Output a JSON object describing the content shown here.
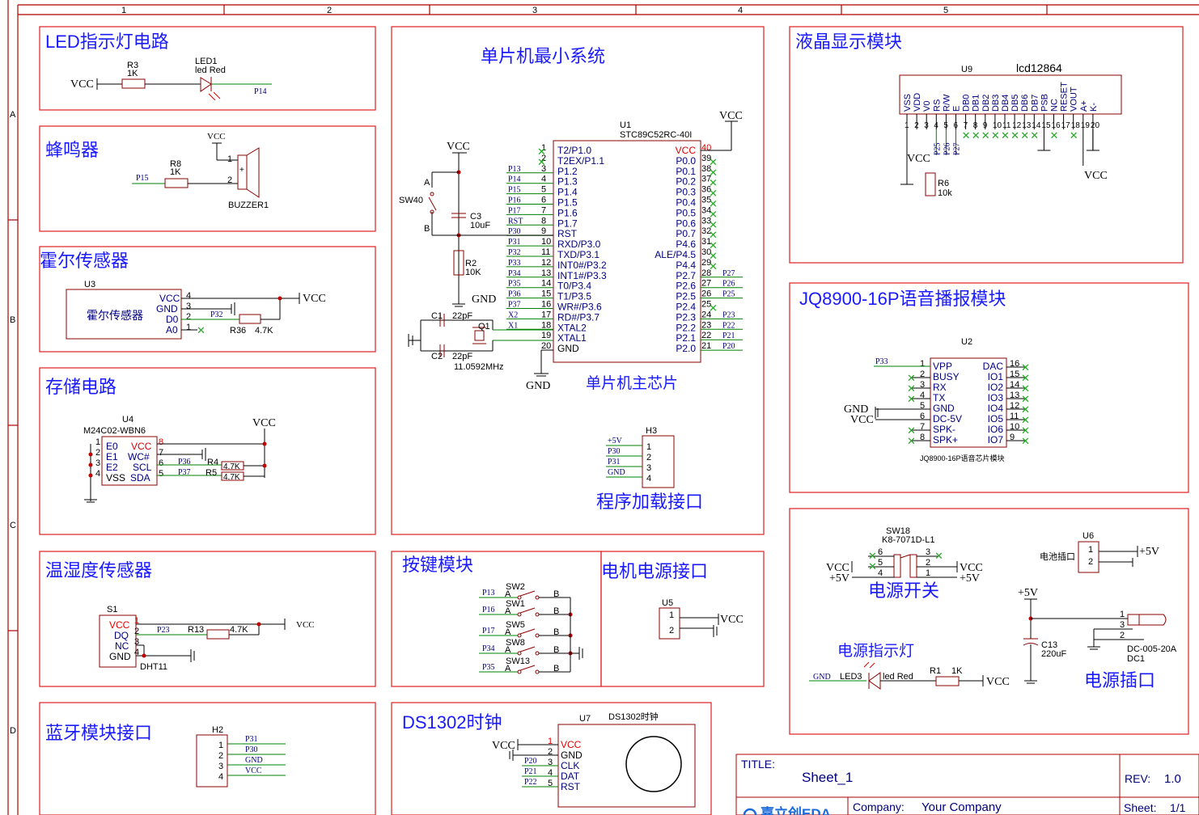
{
  "frame": {
    "cols": [
      "1",
      "2",
      "3",
      "4",
      "5"
    ],
    "rows": [
      "A",
      "B",
      "C",
      "D"
    ]
  },
  "modules": {
    "led": "LED指示灯电路",
    "buzzer": "蜂鸣器",
    "hall": "霍尔传感器",
    "storage": "存储电路",
    "dht": "温湿度传感器",
    "bt": "蓝牙模块接口",
    "mcu": "单片机最小系统",
    "mcu_chip": "单片机主芯片",
    "prog": "程序加载接口",
    "keys": "按键模块",
    "motor": "电机电源接口",
    "ds1302": "DS1302时钟",
    "lcd": "液晶显示模块",
    "jq": "JQ8900-16P语音播报模块",
    "power_switch": "电源开关",
    "power_led": "电源指示灯",
    "power_jack": "电源插口"
  },
  "led": {
    "vcc": "VCC",
    "r_ref": "R3",
    "r_val": "1K",
    "d_ref": "LED1",
    "d_val": "led Red",
    "net": "P14"
  },
  "buzzer": {
    "vcc": "VCC",
    "net": "P15",
    "r_ref": "R8",
    "r_val": "1K",
    "p1": "1",
    "p2": "2",
    "ref": "BUZZER1",
    "plus": "+"
  },
  "hall": {
    "ref": "U3",
    "body": "霍尔传感器",
    "pins": [
      "VCC",
      "GND",
      "D0",
      "A0"
    ],
    "nums": [
      "4",
      "3",
      "2",
      "1"
    ],
    "net": "P32",
    "r_ref": "R36",
    "r_val": "4.7K",
    "vcc": "VCC"
  },
  "eeprom": {
    "ref": "U4",
    "part": "M24C02-WBN6",
    "left": [
      "E0",
      "E1",
      "E2",
      "VSS"
    ],
    "right": [
      "VCC",
      "WC#",
      "SCL",
      "SDA"
    ],
    "lnums": [
      "1",
      "2",
      "3",
      "4"
    ],
    "rnums": [
      "8",
      "7",
      "6",
      "5"
    ],
    "nets": [
      "P36",
      "P37"
    ],
    "r4": "R4",
    "r5": "R5",
    "rv": "4.7K",
    "vcc": "VCC"
  },
  "dht": {
    "ref": "S1",
    "pins": [
      "VCC",
      "DQ",
      "NC",
      "GND"
    ],
    "nums": [
      "1",
      "2",
      "3",
      "4"
    ],
    "net": "P23",
    "r_ref": "R13",
    "r_val": "4.7K",
    "vcc": "VCC",
    "part": "DHT11"
  },
  "bt": {
    "ref": "H2",
    "nums": [
      "1",
      "2",
      "3",
      "4"
    ],
    "nets": [
      "P31",
      "P30",
      "GND",
      "VCC"
    ]
  },
  "mcu": {
    "ref": "U1",
    "part": "STC89C52RC-40I",
    "vcc": "VCC",
    "gnd": "GND",
    "left": [
      {
        "n": "1",
        "name": "T2/P1.0",
        "net": ""
      },
      {
        "n": "2",
        "name": "T2EX/P1.1",
        "net": ""
      },
      {
        "n": "3",
        "name": "P1.2",
        "net": "P13"
      },
      {
        "n": "4",
        "name": "P1.3",
        "net": "P14"
      },
      {
        "n": "5",
        "name": "P1.4",
        "net": "P15"
      },
      {
        "n": "6",
        "name": "P1.5",
        "net": "P16"
      },
      {
        "n": "7",
        "name": "P1.6",
        "net": "P17"
      },
      {
        "n": "8",
        "name": "P1.7",
        "net": "RST"
      },
      {
        "n": "9",
        "name": "RST",
        "net": "P30"
      },
      {
        "n": "10",
        "name": "RXD/P3.0",
        "net": "P31"
      },
      {
        "n": "11",
        "name": "TXD/P3.1",
        "net": "P32"
      },
      {
        "n": "12",
        "name": "INT0#/P3.2",
        "net": "P33"
      },
      {
        "n": "13",
        "name": "INT1#/P3.3",
        "net": "P34"
      },
      {
        "n": "14",
        "name": "T0/P3.4",
        "net": "P35"
      },
      {
        "n": "15",
        "name": "T1/P3.5",
        "net": "P36"
      },
      {
        "n": "16",
        "name": "WR#/P3.6",
        "net": "P37"
      },
      {
        "n": "17",
        "name": "RD#/P3.7",
        "net": "X2"
      },
      {
        "n": "18",
        "name": "XTAL2",
        "net": "X1"
      },
      {
        "n": "19",
        "name": "XTAL1",
        "net": ""
      },
      {
        "n": "20",
        "name": "GND",
        "net": ""
      }
    ],
    "right": [
      {
        "n": "40",
        "name": "VCC",
        "net": ""
      },
      {
        "n": "39",
        "name": "P0.0",
        "net": ""
      },
      {
        "n": "38",
        "name": "P0.1",
        "net": ""
      },
      {
        "n": "37",
        "name": "P0.2",
        "net": ""
      },
      {
        "n": "36",
        "name": "P0.3",
        "net": ""
      },
      {
        "n": "35",
        "name": "P0.4",
        "net": ""
      },
      {
        "n": "34",
        "name": "P0.5",
        "net": ""
      },
      {
        "n": "33",
        "name": "P0.6",
        "net": ""
      },
      {
        "n": "32",
        "name": "P0.7",
        "net": ""
      },
      {
        "n": "31",
        "name": "P4.6",
        "net": ""
      },
      {
        "n": "30",
        "name": "ALE/P4.5",
        "net": ""
      },
      {
        "n": "29",
        "name": "P4.4",
        "net": ""
      },
      {
        "n": "28",
        "name": "P2.7",
        "net": "P27"
      },
      {
        "n": "27",
        "name": "P2.6",
        "net": "P26"
      },
      {
        "n": "26",
        "name": "P2.5",
        "net": "P25"
      },
      {
        "n": "25",
        "name": "P2.4",
        "net": ""
      },
      {
        "n": "24",
        "name": "P2.3",
        "net": "P23"
      },
      {
        "n": "23",
        "name": "P2.2",
        "net": "P22"
      },
      {
        "n": "22",
        "name": "P2.1",
        "net": "P21"
      },
      {
        "n": "21",
        "name": "P2.0",
        "net": "P20"
      }
    ],
    "sw": "SW40",
    "swa": "A",
    "swb": "B",
    "c3": "C3",
    "c3v": "10uF",
    "r2": "R2",
    "r2v": "10K",
    "c1": "C1",
    "c2": "C2",
    "cv": "22pF",
    "xtal": "Q1",
    "freq": "11.0592MHz"
  },
  "prog": {
    "ref": "H3",
    "nums": [
      "1",
      "2",
      "3",
      "4"
    ],
    "nets": [
      "+5V",
      "P30",
      "P31",
      "GND"
    ]
  },
  "keys": [
    {
      "net": "P13",
      "ref": "SW2"
    },
    {
      "net": "P16",
      "ref": "SW1"
    },
    {
      "net": "P17",
      "ref": "SW5"
    },
    {
      "net": "P34",
      "ref": "SW8"
    },
    {
      "net": "P35",
      "ref": "SW13"
    }
  ],
  "keys_ab": {
    "a": "A",
    "b": "B"
  },
  "motor": {
    "ref": "U5",
    "nums": [
      "1",
      "2"
    ],
    "vcc": "VCC"
  },
  "ds1302": {
    "ref": "U7",
    "part": "DS1302时钟",
    "pins": [
      "VCC",
      "GND",
      "CLK",
      "DAT",
      "RST"
    ],
    "nums": [
      "1",
      "2",
      "3",
      "4",
      "5"
    ],
    "nets": [
      "P20",
      "P21",
      "P22"
    ],
    "vcc": "VCC"
  },
  "lcd": {
    "ref": "U9",
    "part": "lcd12864",
    "pins": [
      "VSS",
      "VDD",
      "V0",
      "RS",
      "R/W",
      "E",
      "DB0",
      "DB1",
      "DB2",
      "DB3",
      "DB4",
      "DB5",
      "DB6",
      "DB7",
      "PSB",
      "NC",
      "RESET",
      "VOUT",
      "A+",
      "K-"
    ],
    "nets": [
      "P25",
      "P26",
      "P27"
    ],
    "r_ref": "R6",
    "r_val": "10k",
    "vcc": "VCC"
  },
  "jq": {
    "ref": "U2",
    "left": [
      "VPP",
      "BUSY",
      "RX",
      "TX",
      "GND",
      "DC-5V",
      "SPK-",
      "SPK+"
    ],
    "right": [
      "DAC",
      "IO1",
      "IO2",
      "IO3",
      "IO4",
      "IO5",
      "IO6",
      "IO7"
    ],
    "lnums": [
      "1",
      "2",
      "3",
      "4",
      "5",
      "6",
      "7",
      "8"
    ],
    "rnums": [
      "16",
      "15",
      "14",
      "13",
      "12",
      "11",
      "10",
      "9"
    ],
    "net": "P33",
    "gnd": "GND",
    "vcc": "VCC",
    "caption": "JQ8900-16P语音芯片模块"
  },
  "power": {
    "sw_ref": "SW18",
    "sw_part": "K8-7071D-L1",
    "sw_nums": [
      "6",
      "5",
      "4",
      "3",
      "2",
      "1"
    ],
    "vcc": "VCC",
    "p5v": "+5V",
    "u6": "U6",
    "u6_label": "电池插口",
    "u6_nums": [
      "1",
      "2"
    ],
    "c13": "C13",
    "c13v": "220uF",
    "jack_nums": [
      "1",
      "3",
      "2"
    ],
    "jack_part": "DC-005-20A",
    "jack_ref": "DC1",
    "gnd": "GND",
    "led_ref": "LED3",
    "led_val": "led Red",
    "r1": "R1",
    "r1v": "1K"
  },
  "titleblock": {
    "title_label": "TITLE:",
    "title": "Sheet_1",
    "rev_label": "REV:",
    "rev": "1.0",
    "company_label": "Company:",
    "company": "Your Company",
    "sheet_label": "Sheet:",
    "sheet": "1/1",
    "logo": "嘉立创EDA"
  }
}
